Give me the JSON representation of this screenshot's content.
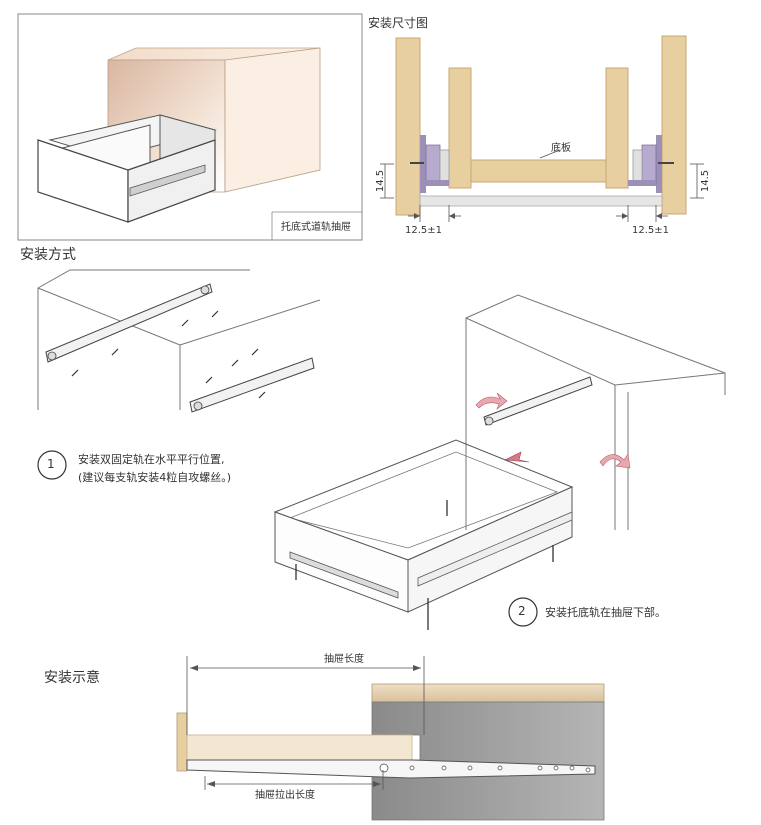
{
  "panel_caption": "托底式道轨抽屉",
  "dimension_diagram": {
    "title": "安装尺寸图",
    "bottom_board_label": "底板",
    "side_height_left": "14.5",
    "side_height_right": "14.5",
    "offset_left": "12.5±1",
    "offset_right": "12.5±1"
  },
  "installation": {
    "title": "安装方式",
    "step1_number": "1",
    "step1_line1": "安装双固定轨在水平平行位置,",
    "step1_line2": "(建议每支轨安装4粒自攻螺丝。)",
    "step2_number": "2",
    "step2_text": "安装托底轨在抽屉下部。"
  },
  "schematic": {
    "title": "安装示意",
    "drawer_length_label": "抽屉长度",
    "pull_out_length_label": "抽屉拉出长度"
  },
  "colors": {
    "wood": "#E8CFA0",
    "wood_edge": "#C9A771",
    "purple_bracket": "#9C8FB8",
    "grey_body": "#9A9A9A",
    "line": "#555555"
  }
}
